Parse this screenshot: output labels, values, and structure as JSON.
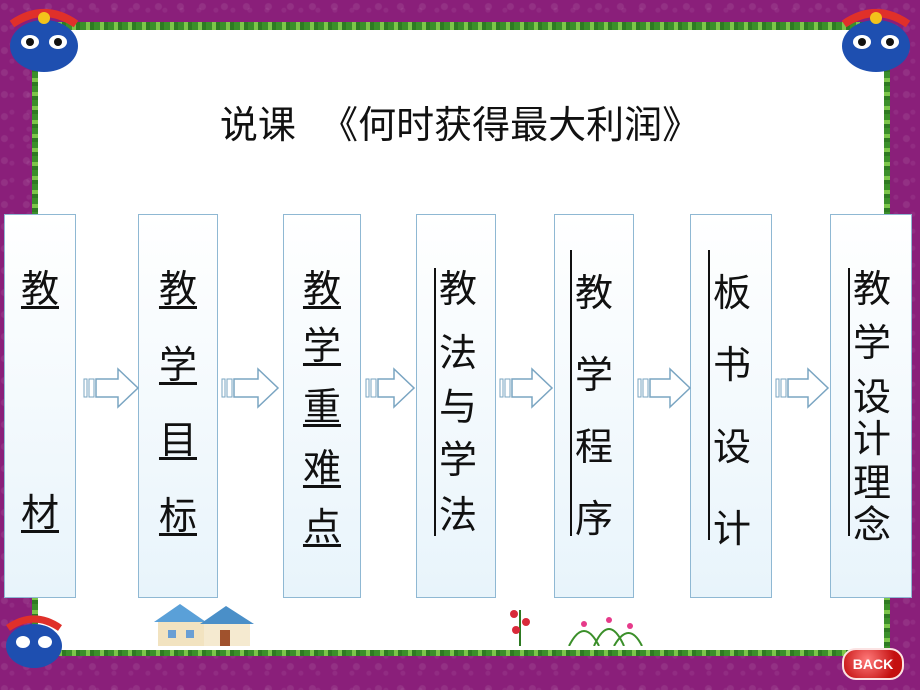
{
  "title": "说课  《何时获得最大利润》",
  "steps": [
    {
      "chars": [
        "教",
        "材"
      ]
    },
    {
      "chars": [
        "教",
        "学",
        "目",
        "标"
      ]
    },
    {
      "chars": [
        "教",
        "学",
        "重",
        "难",
        "点"
      ]
    },
    {
      "chars": [
        "教",
        "法",
        "与",
        "学",
        "法"
      ]
    },
    {
      "chars": [
        "教",
        "学",
        "程",
        "序"
      ]
    },
    {
      "chars": [
        "板",
        "书",
        "设",
        "计"
      ]
    },
    {
      "chars": [
        "教",
        "学",
        "设",
        "计",
        "理",
        "念"
      ]
    }
  ],
  "back_button": "BACK",
  "colors": {
    "frame": "#8a1f7a",
    "box_border": "#8fb8d3",
    "back_button": "#c41010"
  }
}
